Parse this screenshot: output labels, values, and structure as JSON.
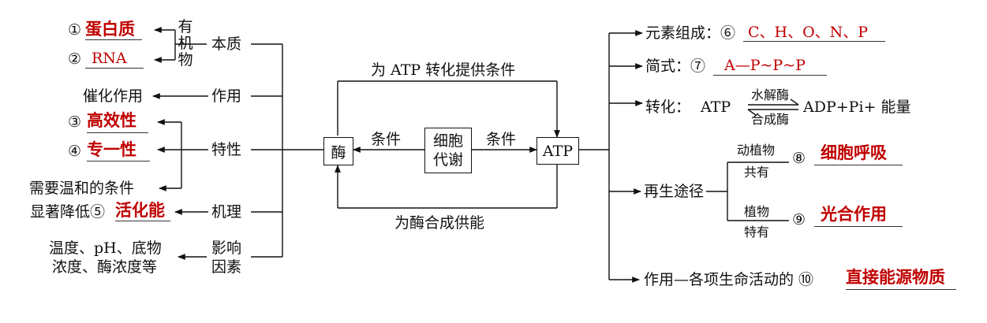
{
  "left": {
    "n1": "①",
    "a1": "蛋白质",
    "n2": "②",
    "a2": "RNA",
    "organic": "有机物",
    "essence": "本质",
    "catalysis": "催化作用",
    "function": "作用",
    "n3": "③",
    "a3": "高效性",
    "n4": "④",
    "a4": "专一性",
    "properties": "特性",
    "mild": "需要温和的条件",
    "lower": "显著降低⑤",
    "a5": "活化能",
    "mechanism": "机理",
    "factors_line1": "温度、pH、底物",
    "factors_line2": "浓度、酶浓度等",
    "influence_line1": "影响",
    "influence_line2": "因素"
  },
  "center": {
    "top_label": "为 ATP 转化提供条件",
    "enzyme": "酶",
    "cond_left": "条件",
    "metab_line1": "细胞",
    "metab_line2": "代谢",
    "cond_right": "条件",
    "atp": "ATP",
    "bottom_label": "为酶合成供能"
  },
  "right": {
    "elements_label": "元素组成：⑥",
    "a6": "C、H、O、N、P",
    "formula_label": "简式：⑦",
    "a7": "A—P~P~P",
    "conv_label": "转化：",
    "conv_left": "ATP",
    "conv_top": "水解酶",
    "conv_bottom": "合成酶",
    "conv_right": "ADP+Pi+ 能量",
    "regen": "再生途径",
    "animal_plant": "动植物",
    "shared": "共有",
    "n8": "⑧",
    "a8": "细胞呼吸",
    "plant": "植物",
    "unique": "特有",
    "n9": "⑨",
    "a9": "光合作用",
    "role_label": "作用—各项生命活动的 ⑩",
    "a10": "直接能源物质"
  }
}
